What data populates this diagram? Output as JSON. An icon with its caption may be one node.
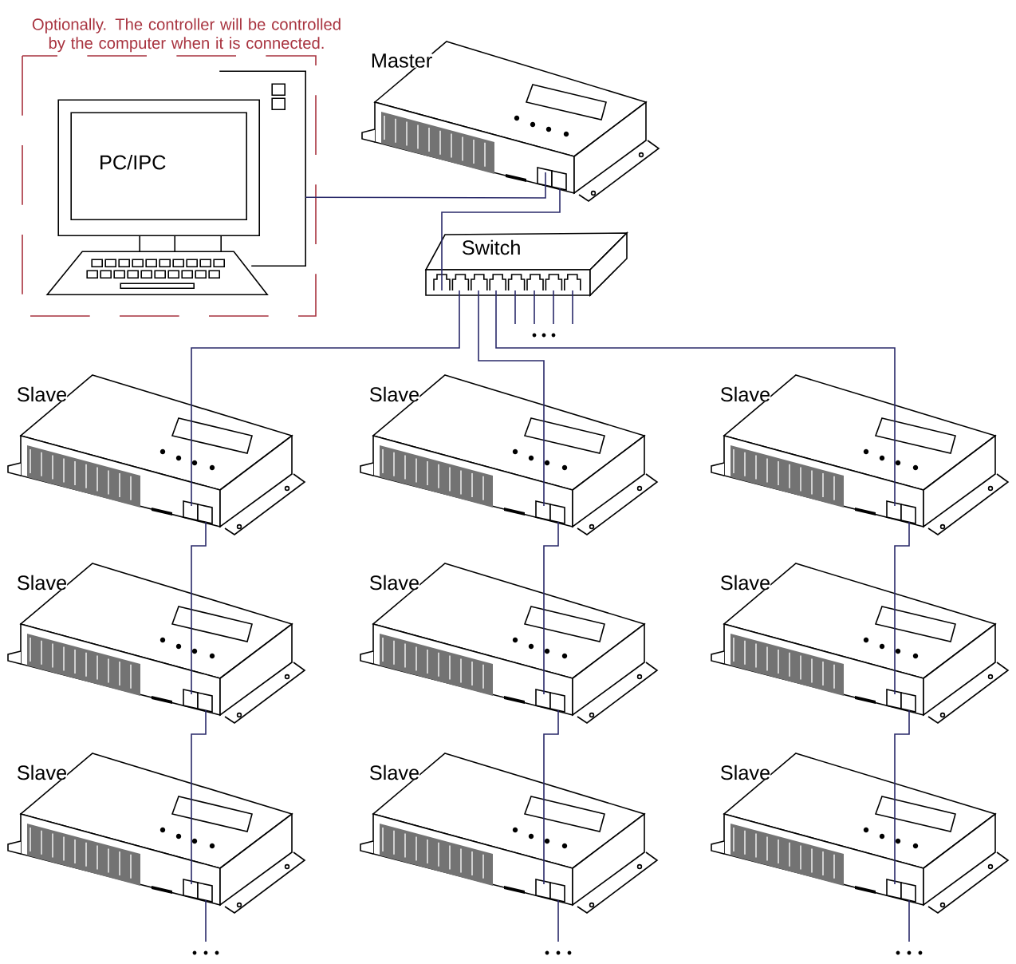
{
  "diagram": {
    "nodes": [
      {
        "text": [
          "Optionally. The controller will be controlled by the computer when it is connected."
        ]
      },
      {
        "text": [
          "PC/IPC"
        ],
        "in": 0
      },
      {
        "text": [
          "Master"
        ]
      },
      {
        "text": [
          "Switch"
        ]
      },
      {
        "text": [
          "Slave"
        ]
      },
      {
        "text": [
          "Slave"
        ]
      },
      {
        "text": [
          "Slave"
        ]
      },
      {
        "text": [
          "Slave"
        ]
      },
      {
        "text": [
          "Slave"
        ]
      },
      {
        "text": [
          "Slave"
        ]
      },
      {
        "text": [
          "Slave"
        ]
      },
      {
        "text": [
          "Slave"
        ]
      },
      {
        "text": [
          "Slave"
        ]
      }
    ],
    "edges": [
      {
        "from": 1,
        "to": 2,
        "arrow": "none"
      },
      {
        "from": 2,
        "to": 3,
        "arrow": "none"
      },
      {
        "from": 3,
        "to": 4,
        "arrow": "none"
      },
      {
        "from": 3,
        "to": 5,
        "arrow": "none"
      },
      {
        "from": 3,
        "to": 6,
        "arrow": "none"
      },
      {
        "from": 4,
        "to": 7,
        "arrow": "none"
      },
      {
        "from": 7,
        "to": 10,
        "arrow": "none"
      },
      {
        "from": 5,
        "to": 8,
        "arrow": "none"
      },
      {
        "from": 8,
        "to": 11,
        "arrow": "none"
      },
      {
        "from": 6,
        "to": 9,
        "arrow": "none"
      },
      {
        "from": 9,
        "to": 12,
        "arrow": "none"
      },
      {
        "from": 3,
        "to": null,
        "arrow": "none"
      },
      {
        "from": 3,
        "to": null,
        "arrow": "none"
      },
      {
        "from": 3,
        "to": null,
        "arrow": "none"
      },
      {
        "from": 3,
        "to": null,
        "arrow": "none"
      },
      {
        "from": 10,
        "to": null,
        "arrow": "none"
      },
      {
        "from": 11,
        "to": null,
        "arrow": "none"
      },
      {
        "from": 12,
        "to": null,
        "arrow": "none"
      }
    ]
  }
}
